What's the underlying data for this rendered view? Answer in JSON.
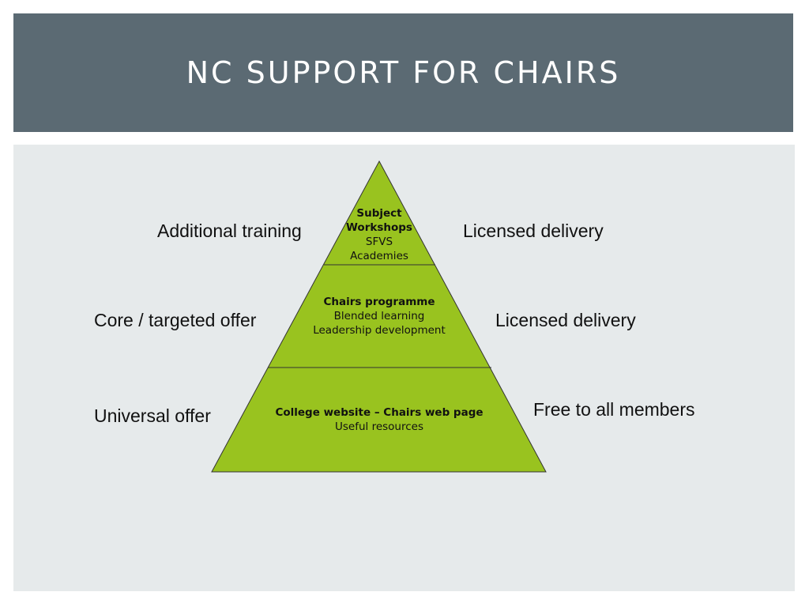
{
  "title": "NC SUPPORT FOR CHAIRS",
  "colors": {
    "title_bar": "#5b6a73",
    "content_bg": "#e6eaeb",
    "pyramid_fill": "#99c31f",
    "pyramid_stroke": "#333333"
  },
  "pyramid": {
    "top": {
      "heading_line1": "Subject",
      "heading_line2": "Workshops",
      "line3": "SFVS",
      "line4": "Academies"
    },
    "middle": {
      "heading": "Chairs programme",
      "line2": "Blended learning",
      "line3": "Leadership development"
    },
    "bottom": {
      "heading": "College website – Chairs web page",
      "line2": "Useful resources"
    }
  },
  "left_labels": {
    "top": "Additional training",
    "middle": "Core / targeted offer",
    "bottom": "Universal offer"
  },
  "right_labels": {
    "top": "Licensed delivery",
    "middle": "Licensed delivery",
    "bottom": "Free to all members"
  }
}
